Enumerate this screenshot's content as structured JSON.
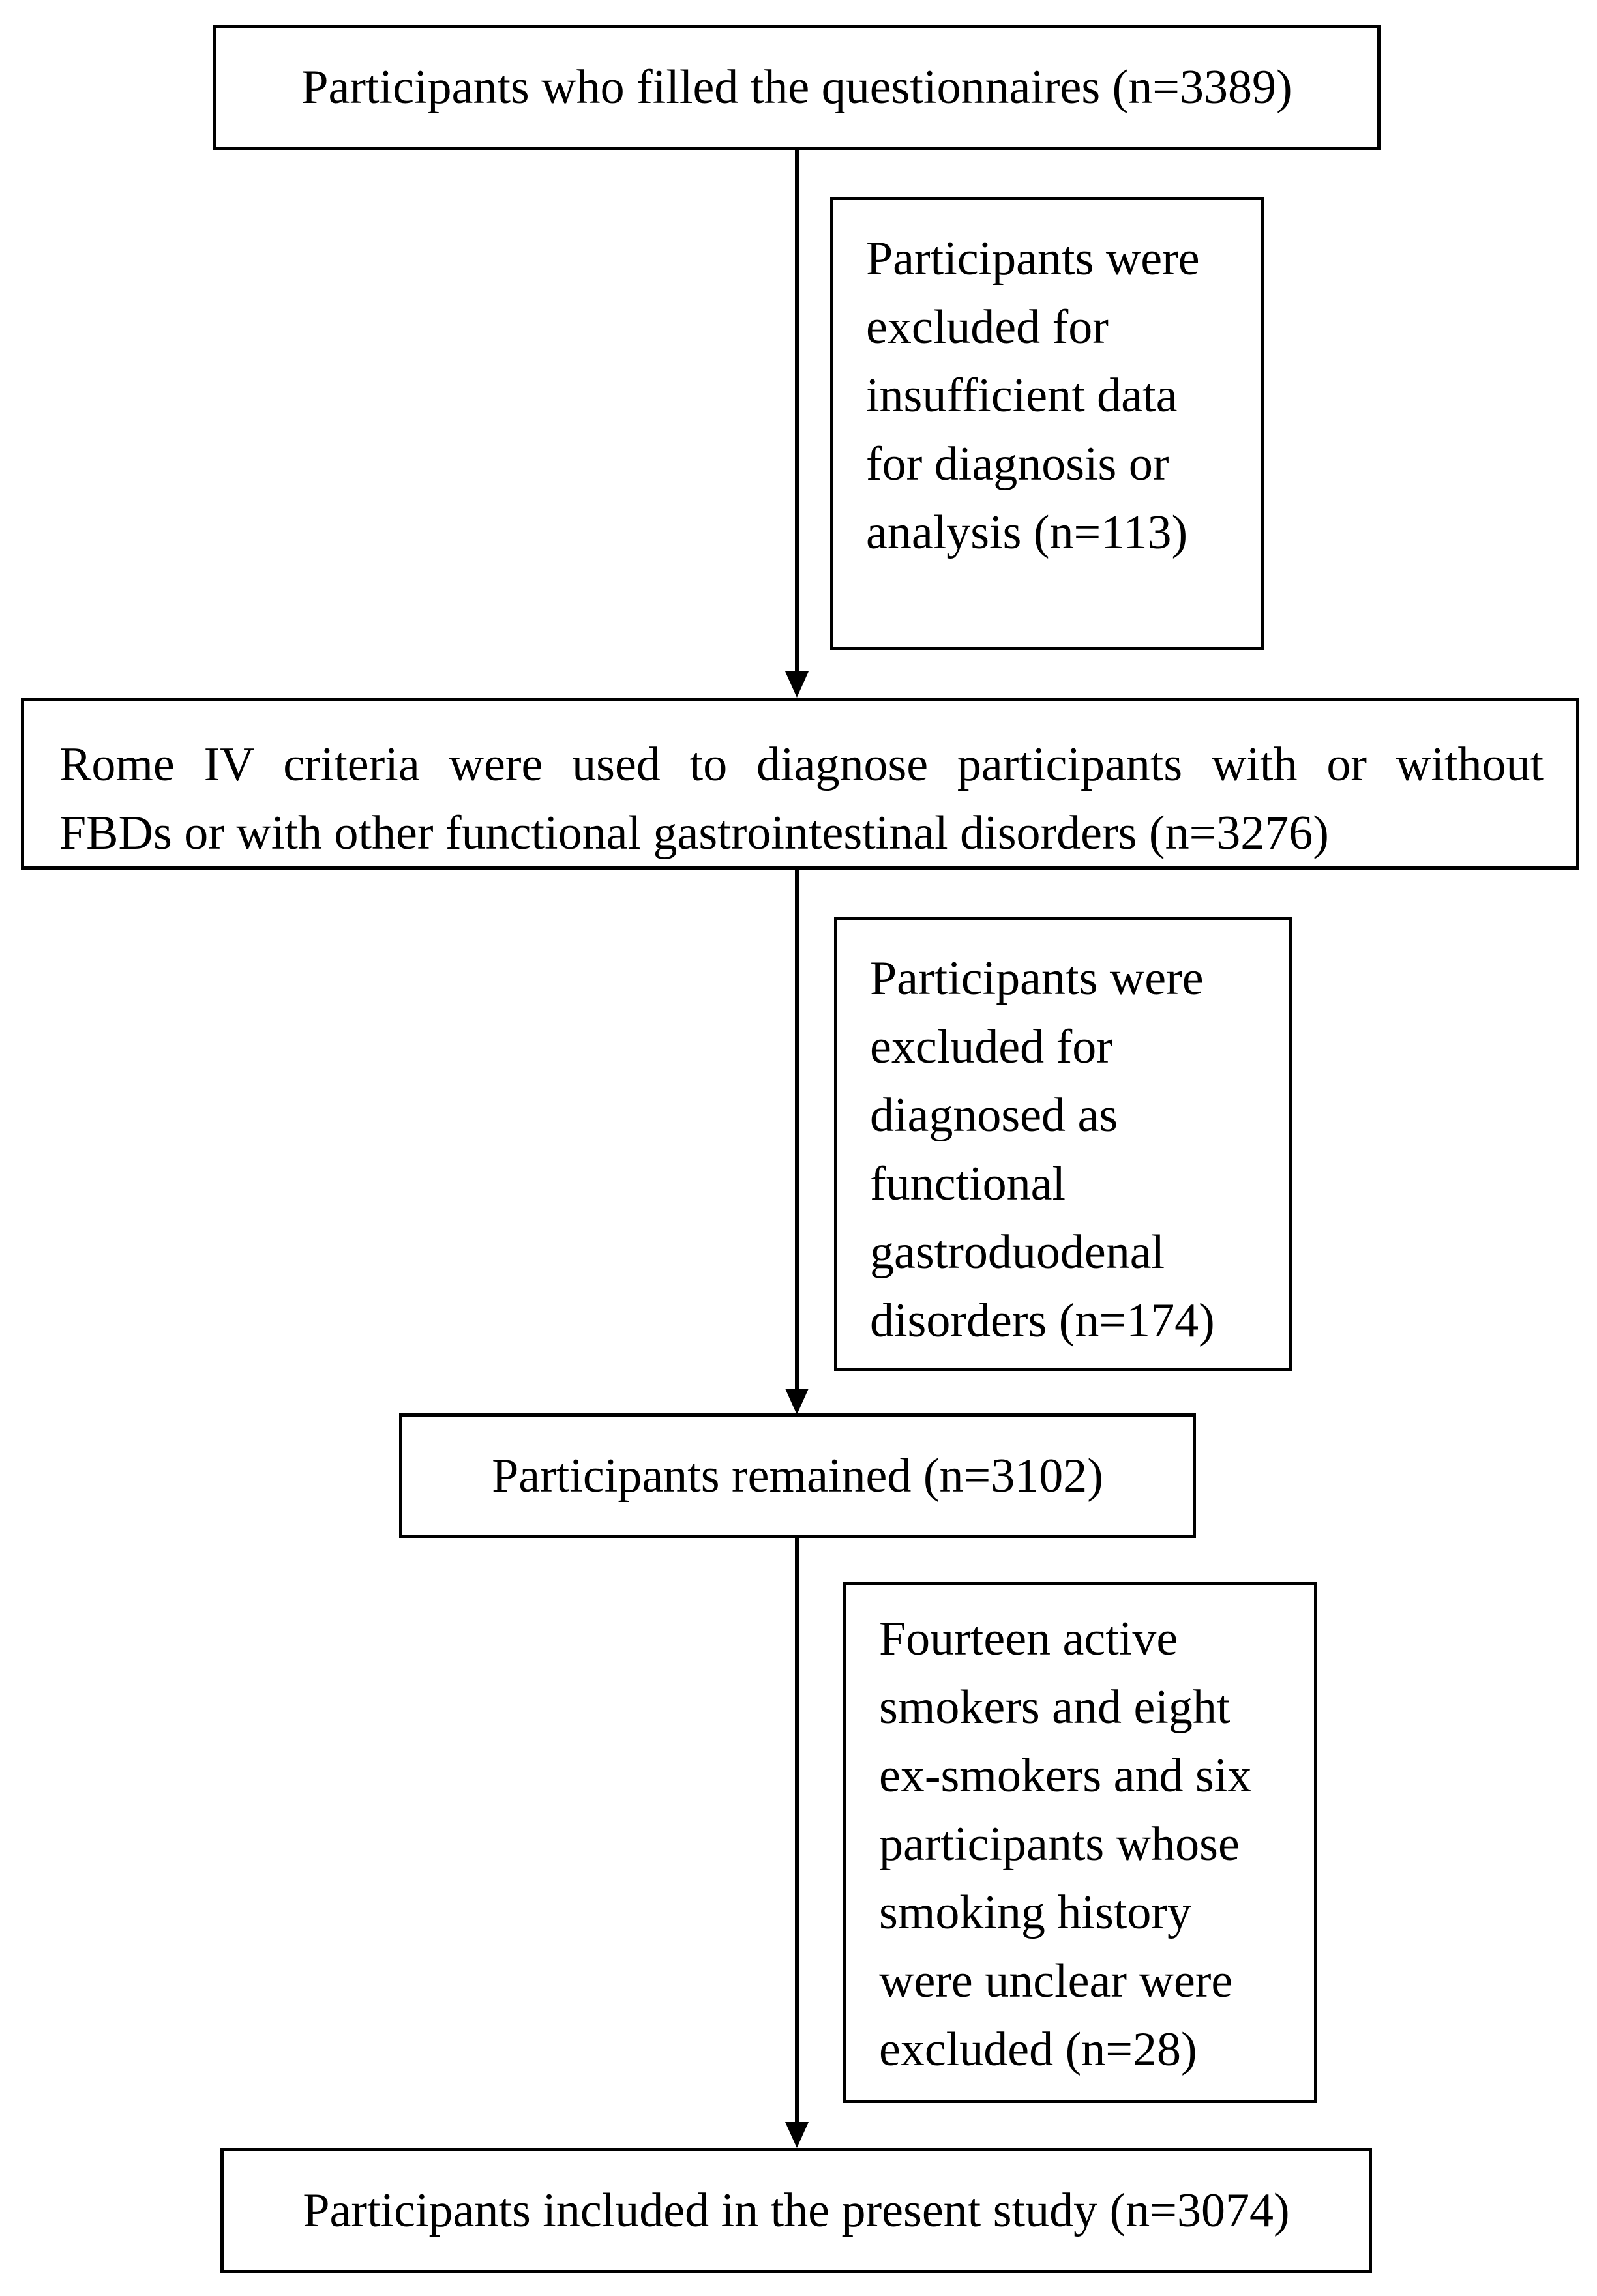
{
  "boxes": {
    "start": "Participants who filled the questionnaires (n=3389)",
    "exclusion1": [
      "Participants were",
      "excluded for",
      "insufficient data",
      "for diagnosis or",
      "analysis (n=113)"
    ],
    "diagnosis": [
      "Rome IV criteria were used to diagnose participants with or without",
      "FBDs or with other functional gastrointestinal disorders (n=3276)"
    ],
    "exclusion2": [
      "Participants were",
      "excluded for",
      "diagnosed as",
      "functional",
      "gastroduodenal",
      "disorders (n=174)"
    ],
    "remained": "Participants remained (n=3102)",
    "exclusion3": [
      "Fourteen active",
      "smokers and eight",
      "ex-smokers and six",
      "participants whose",
      "smoking history",
      "were unclear were",
      "excluded (n=28)"
    ],
    "final": "Participants included in the present study (n=3074)"
  }
}
